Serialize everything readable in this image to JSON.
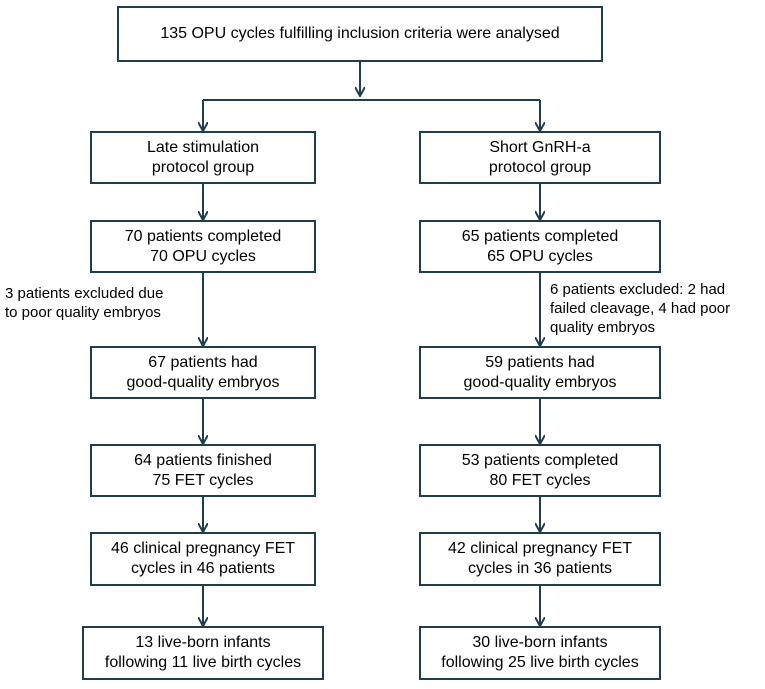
{
  "top": {
    "line1": "135 OPU cycles fulfilling inclusion  criteria were analysed"
  },
  "left": {
    "group": {
      "line1": "Late stimulation",
      "line2": "protocol group"
    },
    "opu": {
      "line1": "70 patients completed",
      "line2": "70 OPU cycles"
    },
    "exclusion": {
      "line1": "3 patients excluded due",
      "line2": "to poor quality embryos"
    },
    "good": {
      "line1": "67 patients had",
      "line2": "good-quality embryos"
    },
    "fet": {
      "line1": "64 patients  finished",
      "line2": "75 FET cycles"
    },
    "pregnancy": {
      "line1": "46 clinical pregnancy FET",
      "line2": "cycles in 46 patients"
    },
    "live": {
      "line1": "13 live-born infants",
      "line2": "following 11 live birth cycles"
    }
  },
  "right": {
    "group": {
      "line1": "Short GnRH-a",
      "line2": "protocol group"
    },
    "opu": {
      "line1": "65 patients  completed",
      "line2": "65 OPU cycles"
    },
    "exclusion": {
      "line1": "6 patients excluded: 2 had",
      "line2": "failed cleavage, 4 had poor",
      "line3": "quality embryos"
    },
    "good": {
      "line1": "59 patients had",
      "line2": "good-quality embryos"
    },
    "fet": {
      "line1": "53 patients completed",
      "line2": "80 FET cycles"
    },
    "pregnancy": {
      "line1": "42 clinical pregnancy FET",
      "line2": "cycles in 36 patients"
    },
    "live": {
      "line1": "30 live-born infants",
      "line2": "following 25 live birth cycles"
    }
  },
  "colors": {
    "border": "#1f3d4a",
    "arrow": "#1f3d4a"
  }
}
